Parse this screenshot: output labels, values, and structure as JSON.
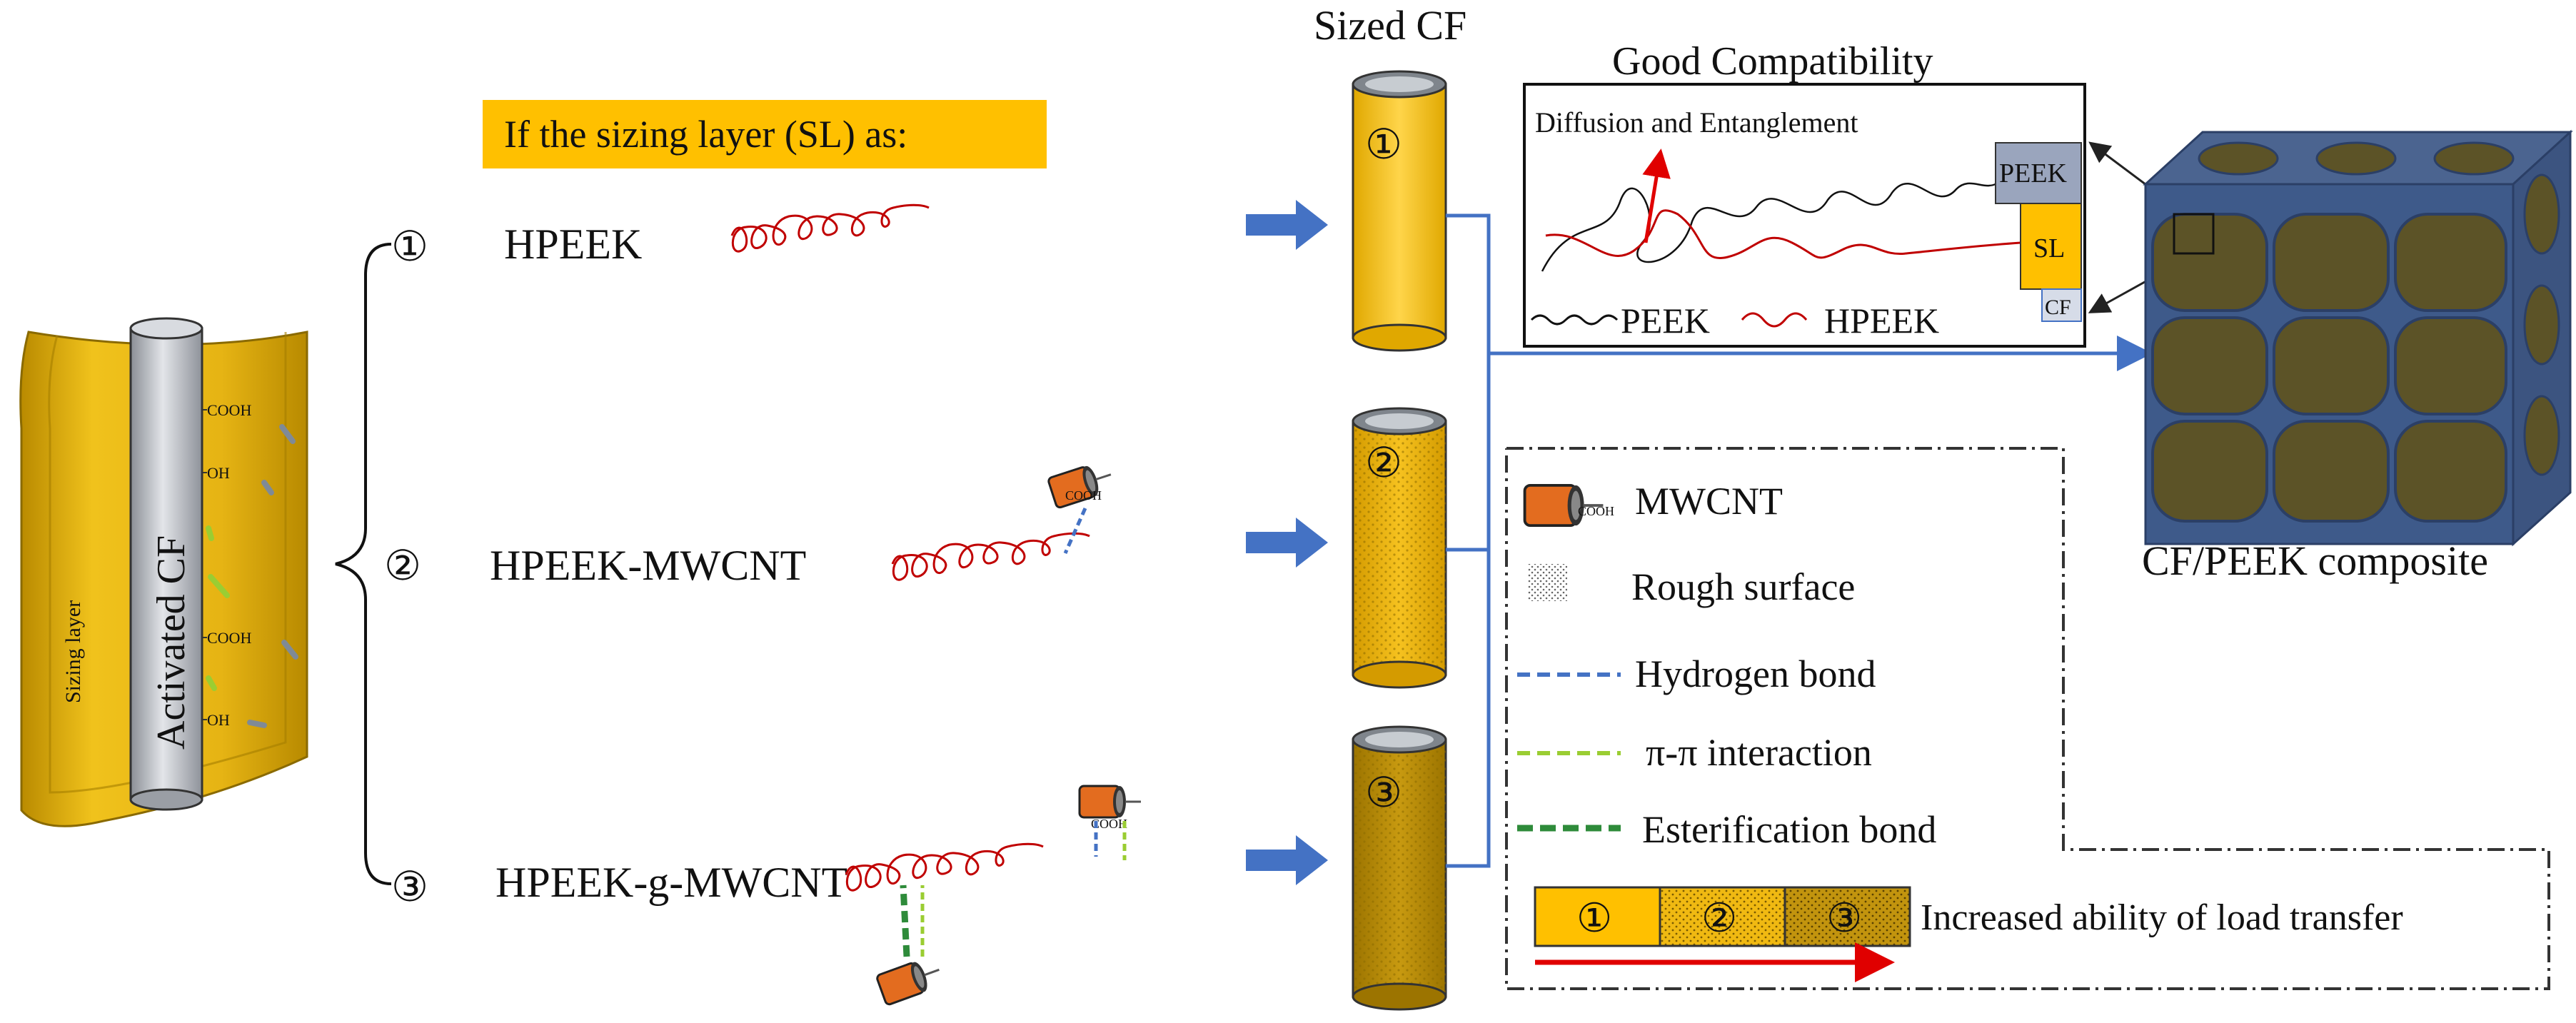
{
  "header": {
    "sl_title": "If the sizing layer (SL) as:"
  },
  "left_fiber": {
    "sizing_label": "Sizing layer",
    "core_label": "Activated CF",
    "groups": [
      "COOH",
      "OH",
      "COOH",
      "OH"
    ]
  },
  "options": [
    {
      "num": "①",
      "name": "HPEEK"
    },
    {
      "num": "②",
      "name": "HPEEK-MWCNT"
    },
    {
      "num": "③",
      "name": "HPEEK-g-MWCNT"
    }
  ],
  "sized_cf": {
    "title": "Sized CF",
    "nums": [
      "①",
      "②",
      "③"
    ]
  },
  "inset": {
    "title": "Good Compatibility",
    "subtitle": "Diffusion and Entanglement",
    "block_peek": "PEEK",
    "block_sl": "SL",
    "block_cf": "CF",
    "legend_peek": "PEEK",
    "legend_hpeek": "HPEEK"
  },
  "composite": {
    "label": "CF/PEEK composite"
  },
  "legend": {
    "mwcnt": "MWCNT",
    "rough": "Rough surface",
    "hbond": "Hydrogen bond",
    "pipi": "π-π interaction",
    "ester": "Esterification bond",
    "cooh_tag": "COOH"
  },
  "load_bar": {
    "nums": [
      "①",
      "②",
      "③"
    ],
    "label": "Increased ability of load transfer"
  },
  "colors": {
    "gold": "#F5C518",
    "cf_blue": "#4472C4",
    "chain_red": "#C00000",
    "composite_blue": "#3E5A8A",
    "composite_olive": "#5C5327"
  }
}
